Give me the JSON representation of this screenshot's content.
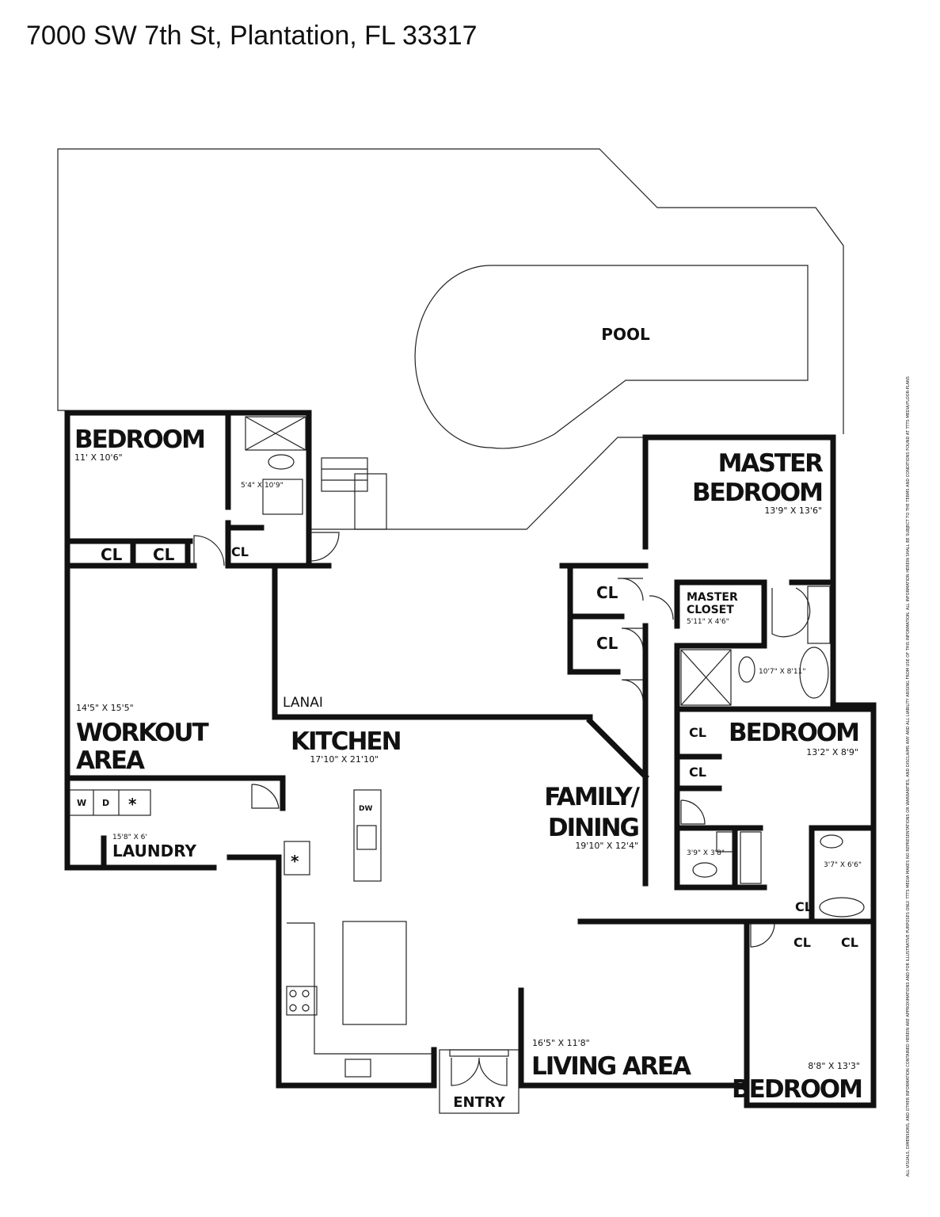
{
  "title": "7000 SW 7th St, Plantation, FL 33317",
  "rooms": {
    "pool": {
      "label": "POOL"
    },
    "bedroom_nw": {
      "label": "BEDROOM",
      "dims": "11' X 10'6\""
    },
    "bath_nw": {
      "dims": "5'4\" X 10'9\""
    },
    "master_bedroom": {
      "label_1": "MASTER",
      "label_2": "BEDROOM",
      "dims": "13'9\" X 13'6\""
    },
    "master_closet": {
      "label_1": "MASTER",
      "label_2": "CLOSET",
      "dims": "5'11\" X 4'6\""
    },
    "master_bath": {
      "dims": "10'7\" X 8'11\""
    },
    "lanai": {
      "label": "LANAI"
    },
    "bedroom_e": {
      "label": "BEDROOM",
      "dims": "13'2\" X 8'9\""
    },
    "workout": {
      "dims": "14'5\" X 15'5\"",
      "label_1": "WORKOUT",
      "label_2": "AREA"
    },
    "kitchen": {
      "label": "KITCHEN",
      "dims": "17'10\" X 21'10\""
    },
    "family_dining": {
      "label_1": "FAMILY/",
      "label_2": "DINING",
      "dims": "19'10\" X 12'4\""
    },
    "laundry": {
      "label": "LAUNDRY",
      "dims": "15'8\" X 6'",
      "washer": "W",
      "dryer": "D",
      "heater": "*"
    },
    "half_bath": {
      "dims": "3'9\" X 3'8\""
    },
    "bath_e": {
      "dims": "3'7\" X 6'6\""
    },
    "living": {
      "label": "LIVING AREA",
      "dims": "16'5\" X 11'8\""
    },
    "entry": {
      "label": "ENTRY"
    },
    "bedroom_se": {
      "label": "BEDROOM",
      "dims": "8'8\" X 13'3\""
    },
    "dishwasher": "DW",
    "kitchen_heater": "*"
  },
  "closets": [
    "CL",
    "CL",
    "CL",
    "CL",
    "CL",
    "CL",
    "CL",
    "CL",
    "CL",
    "CL"
  ],
  "disclaimer": "ALL VISUALS, DIMENSIONS, AND OTHER INFORMATION CONTAINED HEREIN ARE APPROXIMATIONS AND FOR ILLUSTRATIVE PURPOSES ONLY. TTTS MEDIA MAKES NO REPRESENTATIONS OR WARRANTIES, AND DISCLAIMS ANY AND ALL LIABILITY ARISING FROM USE OF THIS INFORMATION. ALL INFORMATION HEREIN SHALL BE SUBJECT TO THE TERMS AND CONDITIONS FOUND AT TTTS MEDIA/FLOOR-PLANS"
}
